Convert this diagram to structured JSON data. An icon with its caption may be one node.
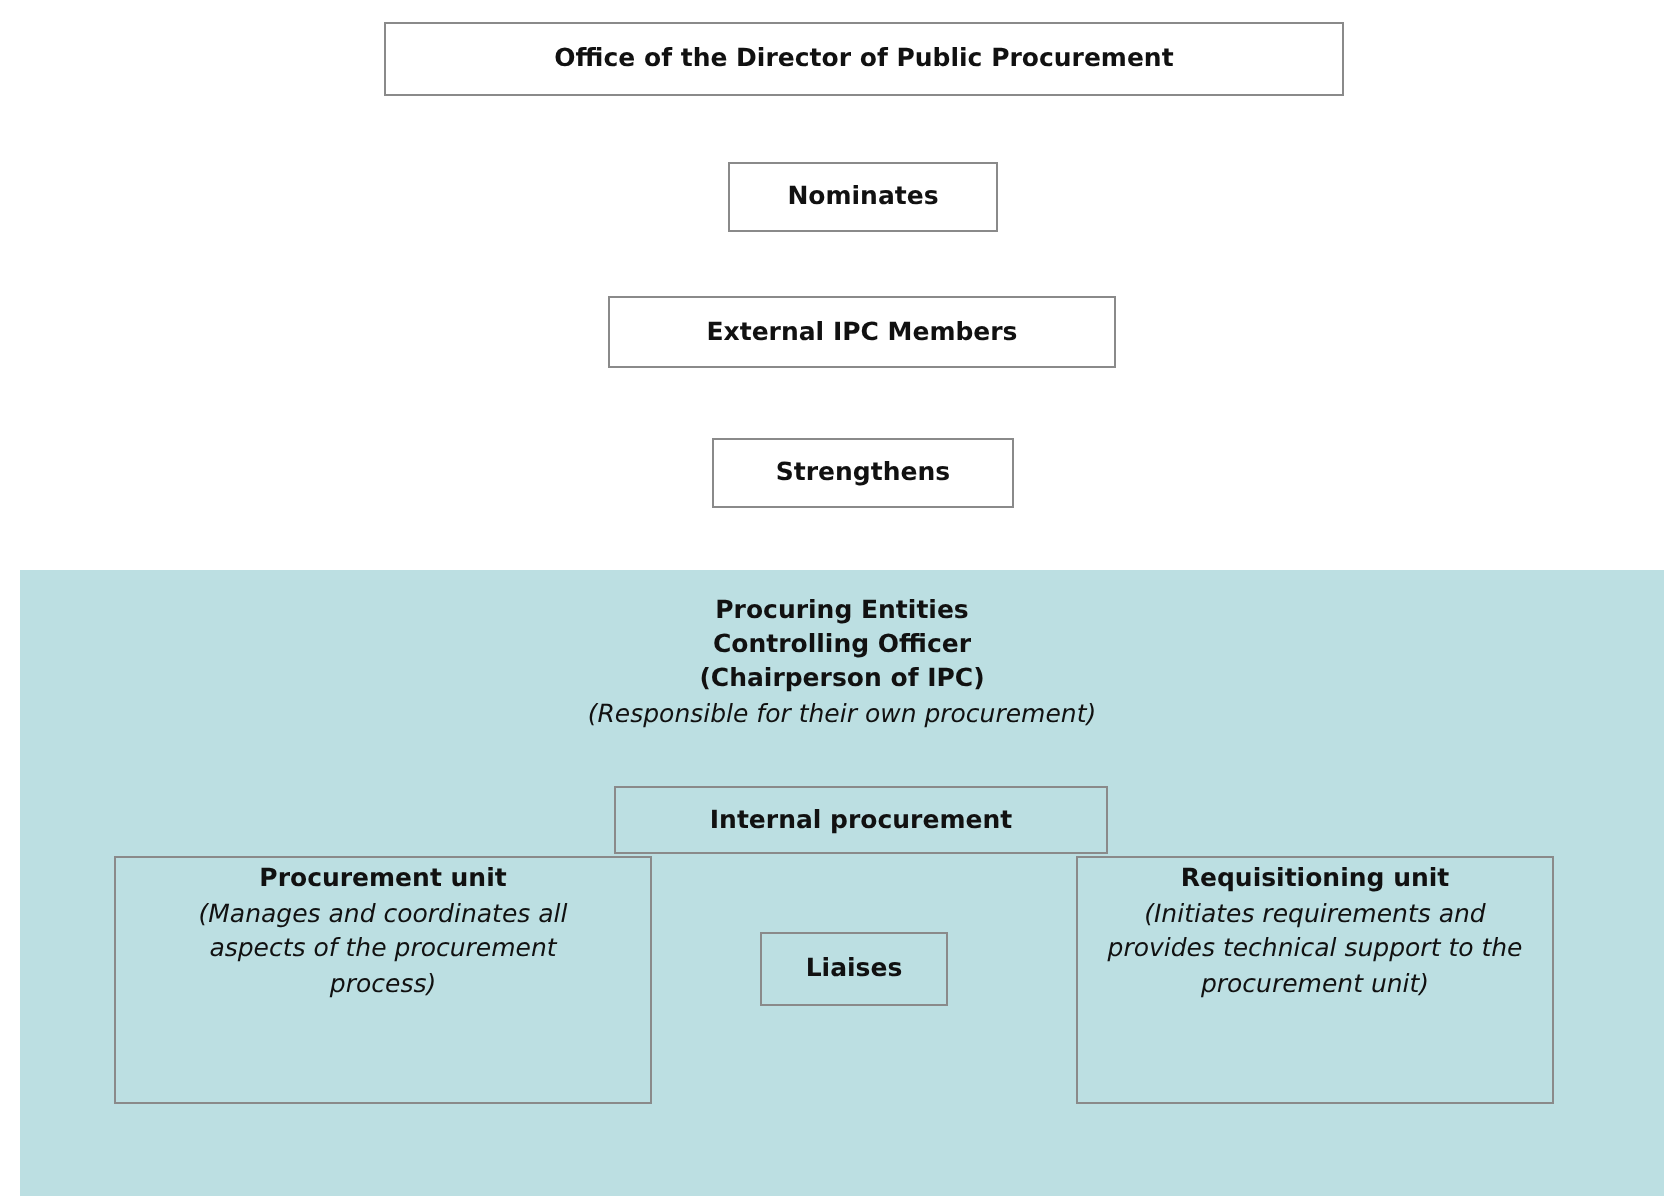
{
  "diagram": {
    "nodes": [
      {
        "text": [
          "Office of the Director of Public Procurement"
        ]
      },
      {
        "text": [
          "Nominates"
        ]
      },
      {
        "text": [
          "External IPC Members"
        ]
      },
      {
        "text": [
          "Strengthens"
        ]
      },
      {
        "text": [
          "Procuring Entities Controlling Officer (Chairperson of IPC)",
          "(Responsible for their own procurement)"
        ]
      },
      {
        "text": [
          "Internal procurement"
        ],
        "in": 4
      },
      {
        "text": [
          "Procurement unit",
          "(Manages and coordinates all aspects of the procurement process)"
        ],
        "in": 4
      },
      {
        "text": [
          "Liaises"
        ],
        "in": 4
      },
      {
        "text": [
          "Requisitioning unit",
          "(Initiates requirements and provides technical support to the procurement unit)"
        ],
        "in": 4
      }
    ]
  }
}
